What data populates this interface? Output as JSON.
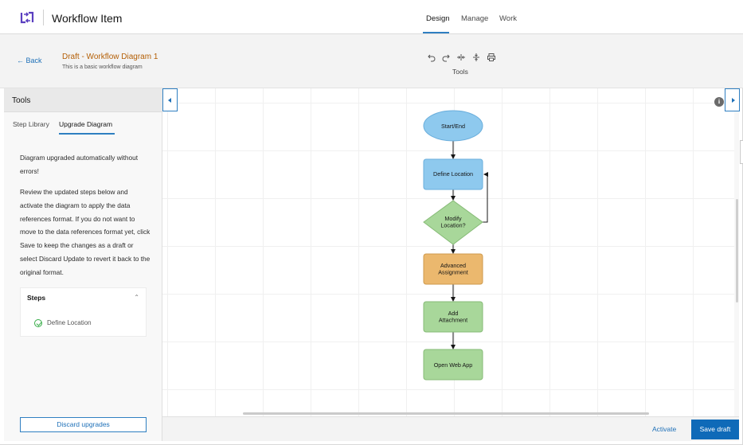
{
  "header": {
    "app_title": "Workflow Item",
    "nav_tabs": [
      {
        "label": "Design"
      },
      {
        "label": "Manage"
      },
      {
        "label": "Work"
      }
    ],
    "active_tab": "Design"
  },
  "subheader": {
    "back_label": "←  Back",
    "draft_title": "Draft - Workflow Diagram 1",
    "draft_description": "This is a basic workflow diagram",
    "tools_label": "Tools",
    "tool_icons": [
      "undo-icon",
      "redo-icon",
      "horizontal-align-icon",
      "vertical-align-icon",
      "print-icon"
    ]
  },
  "left_panel": {
    "title": "Tools",
    "tabs": [
      {
        "label": "Step Library"
      },
      {
        "label": "Upgrade Diagram"
      }
    ],
    "active_tab": "Upgrade Diagram",
    "message_1": "Diagram upgraded automatically without errors!",
    "message_2": "Review the updated steps below and activate the diagram to apply the data references format. If you do not want to move to the data references format yet, click Save to keep the changes as a draft or select Discard Update to revert it back to the original format.",
    "steps": {
      "title": "Steps",
      "items": [
        {
          "label": "Define Location",
          "status": "upgraded"
        }
      ]
    },
    "discard_button": "Discard upgrades"
  },
  "diagram": {
    "nodes": [
      {
        "id": "start",
        "shape": "ellipse",
        "lines": [
          "Start/End"
        ],
        "color": "#8ec9ee"
      },
      {
        "id": "define",
        "shape": "rect",
        "lines": [
          "Define Location"
        ],
        "color": "#8ec9ee"
      },
      {
        "id": "modify",
        "shape": "diamond",
        "lines": [
          "Modify",
          "Location?"
        ],
        "color": "#a8d79a"
      },
      {
        "id": "advanced",
        "shape": "rect",
        "lines": [
          "Advanced",
          "Assignment"
        ],
        "color": "#ebb86e"
      },
      {
        "id": "attach",
        "shape": "rect",
        "lines": [
          "Add",
          "Attachment"
        ],
        "color": "#a8d79a"
      },
      {
        "id": "webapp",
        "shape": "rect",
        "lines": [
          "Open Web App"
        ],
        "color": "#a8d79a"
      }
    ]
  },
  "footer": {
    "activate_label": "Activate",
    "save_label": "Save draft"
  },
  "colors": {
    "accent": "#0f6ab8",
    "draft_title": "#b45f06",
    "success": "#35ac46"
  }
}
